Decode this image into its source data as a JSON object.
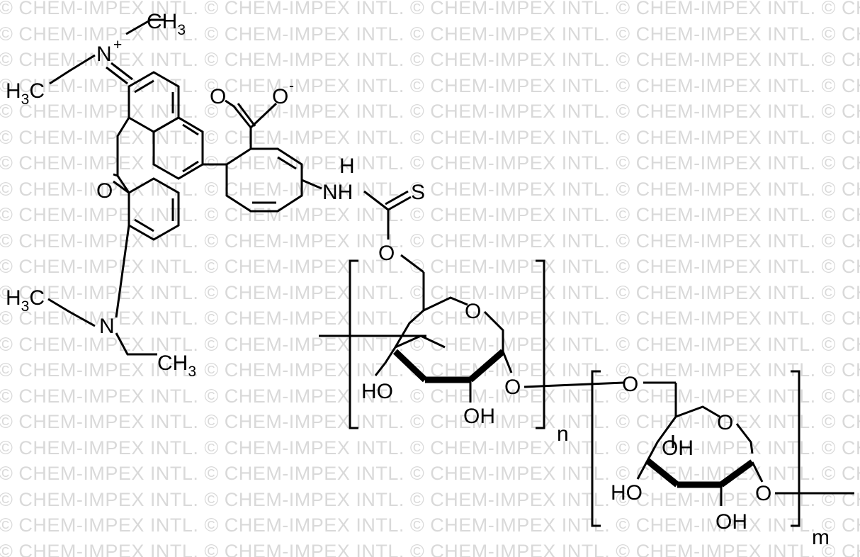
{
  "watermark": {
    "text": "© CHEM-IMPEX INTL. © CHEM-IMPEX INTL. © CHEM-IMPEX INTL. © CHEM-IMPEX INTL. © CHEM-IMPEX INTL."
  },
  "labels": {
    "n_plus": "N",
    "plus": "+",
    "ch3_top": "CH",
    "ch3_top_sub": "3",
    "h3c_left_h": "H",
    "h3c_left_sub": "3",
    "h3c_left_c": "C",
    "carboxylate_o1": "O",
    "carboxylate_o2": "O",
    "minus": "-",
    "xanthene_o": "O",
    "nh_h": "H",
    "nh": "NH",
    "thio_s": "S",
    "ester_o": "O",
    "h3c_lower_h": "H",
    "h3c_lower_sub": "3",
    "h3c_lower_c": "C",
    "amine_n": "N",
    "ch3_lower": "CH",
    "ch3_lower_sub": "3",
    "ring1_o": "O",
    "ring1_ho": "HO",
    "ring1_oh": "OH",
    "ring1_o_link": "O",
    "n_sub": "n",
    "ring2_o6": "O",
    "ring2_o": "O",
    "ring2_oh_top": "OH",
    "ring2_ho": "HO",
    "ring2_oh_bottom": "OH",
    "ring2_o_link": "O",
    "m_sub": "m"
  }
}
